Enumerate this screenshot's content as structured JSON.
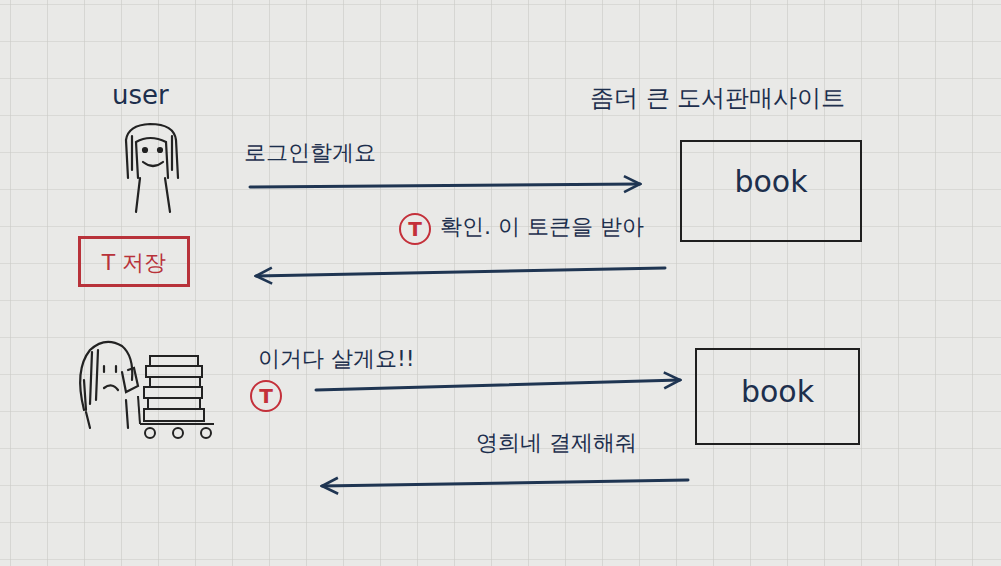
{
  "diagram": {
    "nodes": [
      {
        "text": [
          "book"
        ]
      },
      {
        "text": [
          "T 저장"
        ]
      },
      {
        "text": [
          "book"
        ]
      }
    ],
    "labels": [
      "user",
      "좀더 큰 도서판매사이트",
      "로그인할게요",
      "T",
      "확인. 이 토큰을 받아",
      "T",
      "이거다 살게요!!",
      "영희네 결제해줘"
    ]
  }
}
